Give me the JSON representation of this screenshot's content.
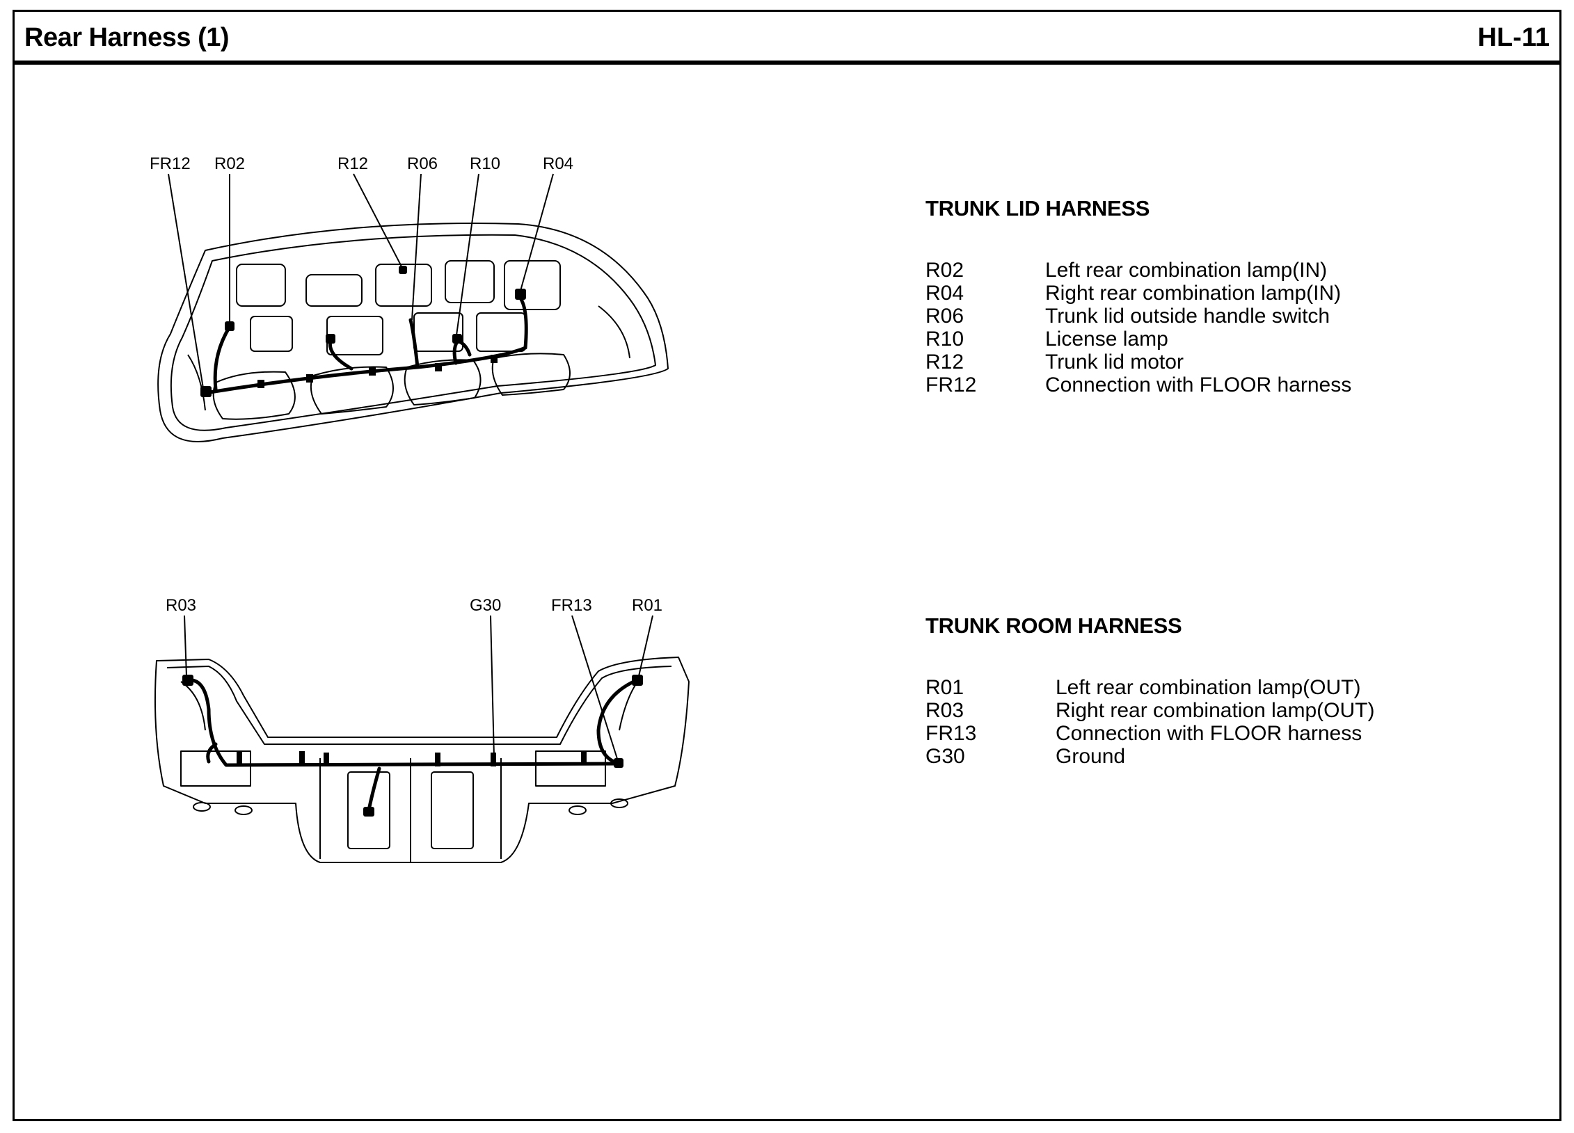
{
  "header": {
    "title": "Rear Harness (1)",
    "code": "HL-11"
  },
  "trunk_lid_diagram": {
    "callouts": [
      "FR12",
      "R02",
      "R12",
      "R06",
      "R10",
      "R04"
    ]
  },
  "trunk_room_diagram": {
    "callouts": [
      "R03",
      "G30",
      "FR13",
      "R01"
    ]
  },
  "trunk_lid_legend": {
    "heading": "TRUNK LID HARNESS",
    "rows": [
      {
        "code": "R02",
        "desc": "Left rear combination lamp(IN)"
      },
      {
        "code": "R04",
        "desc": "Right rear combination lamp(IN)"
      },
      {
        "code": "R06",
        "desc": "Trunk lid outside handle switch"
      },
      {
        "code": "R10",
        "desc": "License lamp"
      },
      {
        "code": "R12",
        "desc": "Trunk lid motor"
      },
      {
        "code": "FR12",
        "desc": "Connection with FLOOR harness"
      }
    ]
  },
  "trunk_room_legend": {
    "heading": "TRUNK ROOM HARNESS",
    "rows": [
      {
        "code": "R01",
        "desc": "Left rear combination lamp(OUT)"
      },
      {
        "code": "R03",
        "desc": "Right rear combination lamp(OUT)"
      },
      {
        "code": "FR13",
        "desc": "Connection with FLOOR harness"
      },
      {
        "code": "G30",
        "desc": "Ground"
      }
    ]
  }
}
